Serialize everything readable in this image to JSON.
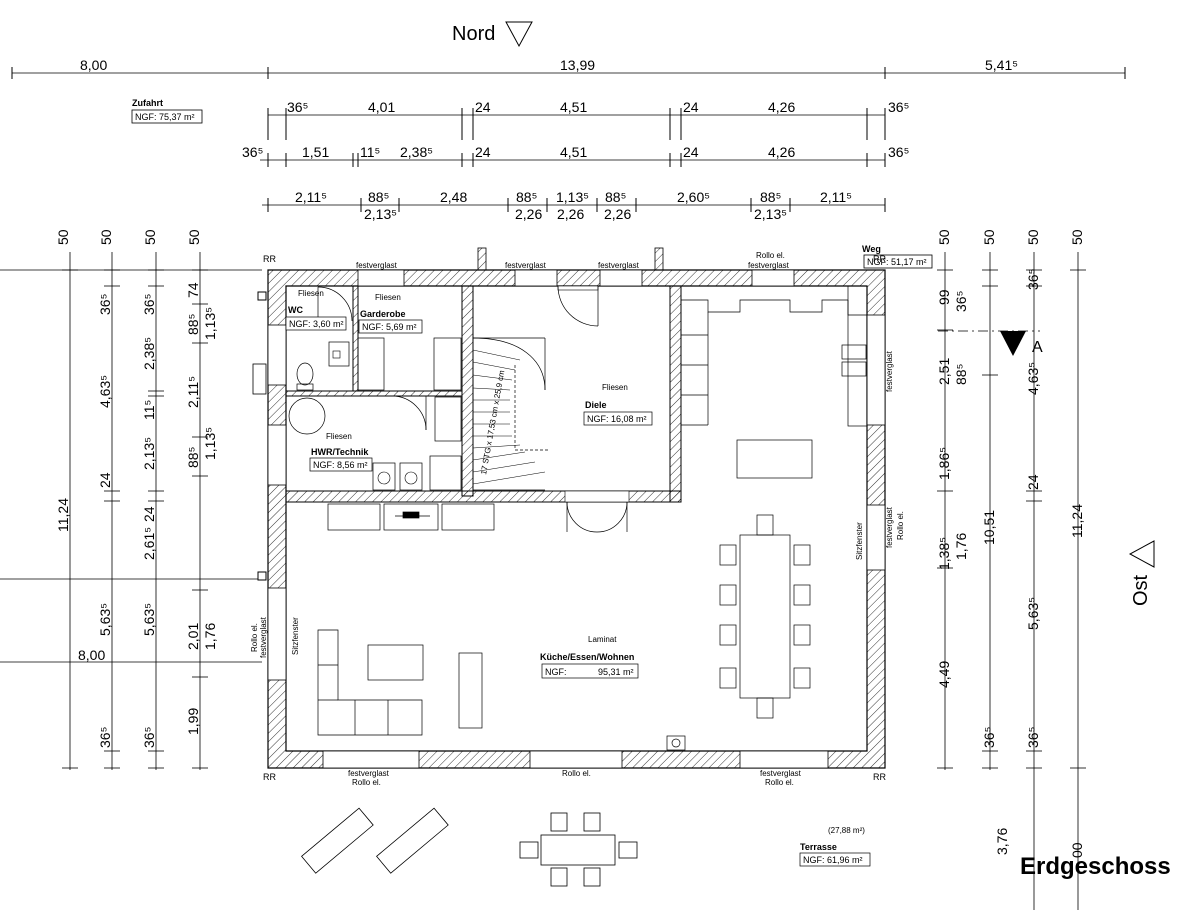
{
  "title": "Erdgeschoss",
  "north": "Nord",
  "east": "Ost",
  "section_marker": "A",
  "dims": {
    "top_total": [
      "8,00",
      "13,99",
      "5,41⁵"
    ],
    "top_row1": [
      "36⁵",
      "4,01",
      "24",
      "4,51",
      "24",
      "4,26",
      "36⁵"
    ],
    "top_row2": [
      "36⁵",
      "1,51",
      "11⁵",
      "2,38⁵",
      "24",
      "4,51",
      "24",
      "4,26",
      "36⁵"
    ],
    "top_row3a": [
      "2,11⁵",
      "88⁵",
      "2,48",
      "88⁵",
      "1,13⁵",
      "88⁵",
      "2,60⁵",
      "88⁵",
      "2,11⁵"
    ],
    "top_row3b": [
      "2,13⁵",
      "2,26",
      "2,26",
      "2,26",
      "2,13⁵"
    ],
    "left_tops": [
      "50",
      "50",
      "50",
      "50"
    ],
    "left_col1": [
      "11,24"
    ],
    "left_col2": [
      "36⁵",
      "4,63⁵",
      "24",
      "5,63⁵",
      "8,00",
      "36⁵"
    ],
    "left_col3": [
      "36⁵",
      "2,38⁵",
      "11⁵",
      "2,13⁵",
      "24",
      "2,61⁵",
      "5,63⁵",
      "36⁵"
    ],
    "left_col4": [
      "74",
      "88⁵",
      "2,11⁵",
      "88⁵",
      "2,01",
      "1,99"
    ],
    "left_col5": [
      "1,13⁵",
      "1,13⁵",
      "1,76"
    ],
    "right_tops": [
      "50",
      "50",
      "50",
      "50"
    ],
    "right_col1": [
      "99",
      "2,51",
      "1,86⁵",
      "1,38⁵",
      "4,49"
    ],
    "right_col2": [
      "36⁵",
      "88⁵",
      "1,76",
      "36⁵",
      "3,76"
    ],
    "right_col3": [
      "10,51"
    ],
    "right_col4": [
      "36⁵",
      "4,63⁵",
      "24",
      "5,63⁵",
      "36⁵",
      "00"
    ],
    "right_col5": [
      "11,24"
    ]
  },
  "rooms": {
    "zufahrt": {
      "name": "Zufahrt",
      "area": "NGF: 75,37 m²"
    },
    "weg": {
      "name": "Weg",
      "area": "NGF: 51,17 m²"
    },
    "wc": {
      "name": "WC",
      "area": "NGF: 3,60 m²",
      "floor": "Fliesen"
    },
    "garderobe": {
      "name": "Garderobe",
      "area": "NGF: 5,69 m²",
      "floor": "Fliesen"
    },
    "diele": {
      "name": "Diele",
      "area": "NGF: 16,08 m²",
      "floor": "Fliesen"
    },
    "hwr": {
      "name": "HWR/Technik",
      "area": "NGF: 8,56 m²",
      "floor": "Fliesen"
    },
    "kueche": {
      "name": "Küche/Essen/Wohnen",
      "area_label": "NGF:",
      "area_value": "95,31 m²",
      "floor": "Laminat"
    },
    "terrasse": {
      "name": "Terrasse",
      "area": "NGF: 61,96 m²",
      "area_extra": "(27,88 m²)"
    }
  },
  "stair": "17 STG x 17,53 cm x 25,9 cm",
  "windows": {
    "festverglast": "festverglast",
    "rollo_el": "Rollo el.",
    "sitzfenster": "Sitzfenster",
    "rr": "RR"
  },
  "colors": {
    "line": "#000000",
    "hatch": "#000000",
    "background": "#ffffff"
  }
}
